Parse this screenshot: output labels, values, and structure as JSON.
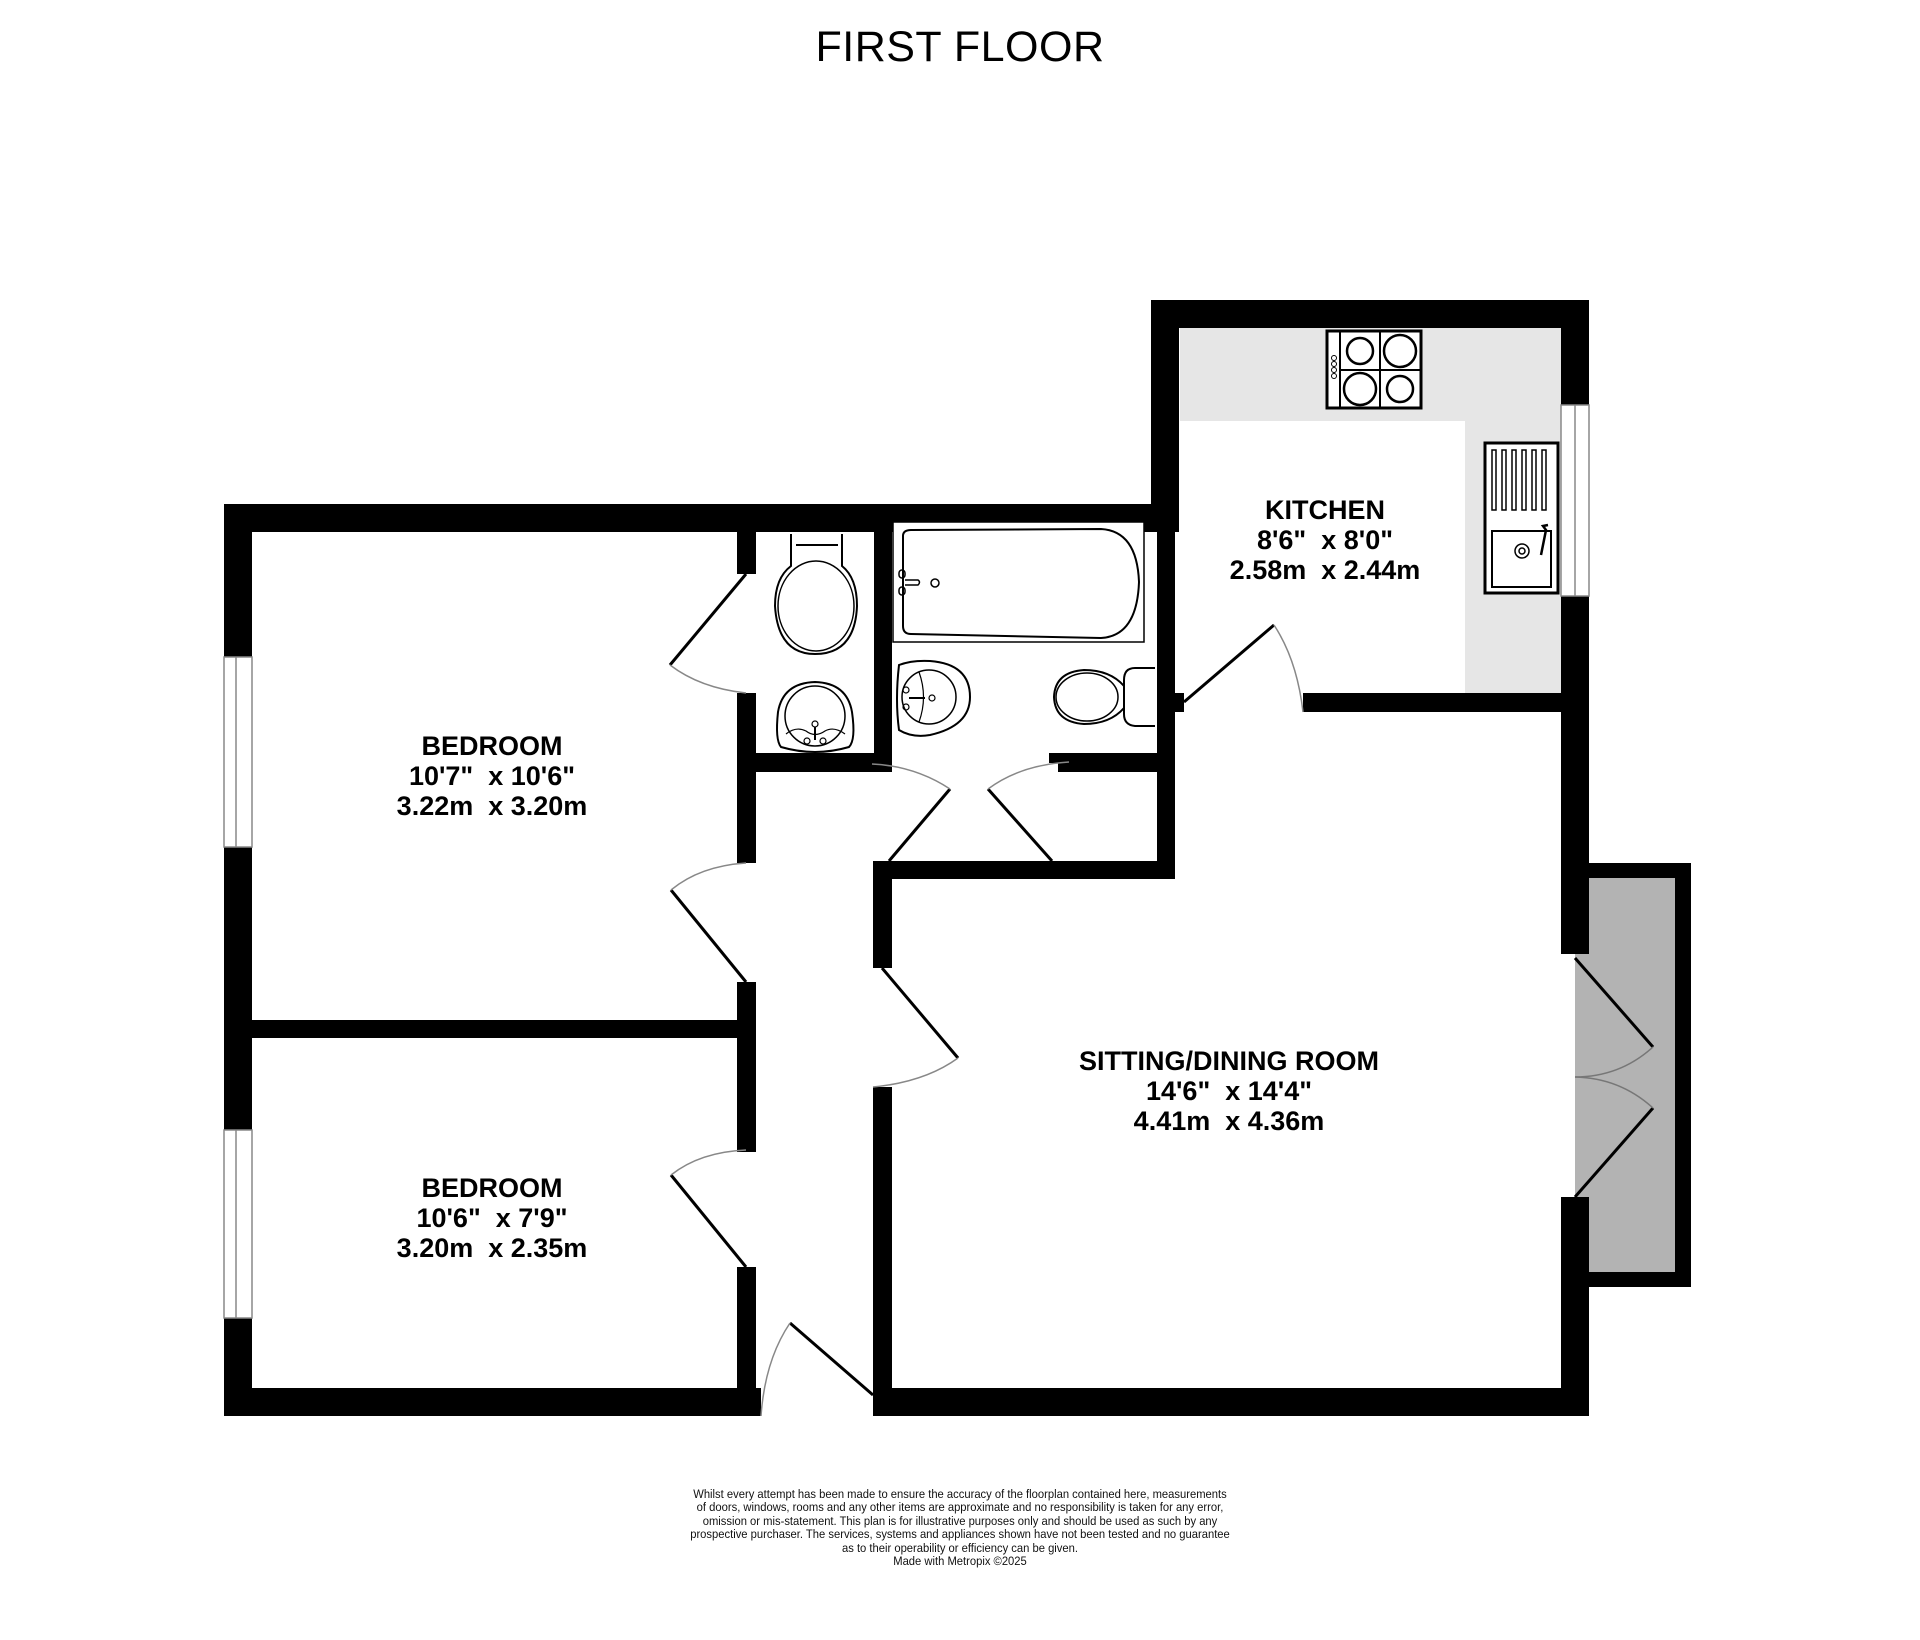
{
  "title": "FIRST FLOOR",
  "colors": {
    "wall": "#000000",
    "counter": "#e6e6e6",
    "cupboard": "#b3b3b3",
    "background": "#ffffff",
    "door_arc": "#888888"
  },
  "rooms": {
    "kitchen": {
      "name": "KITCHEN",
      "imperial": "8'6\"  x 8'0\"",
      "metric": "2.58m  x 2.44m"
    },
    "bedroom1": {
      "name": "BEDROOM",
      "imperial": "10'7\"  x 10'6\"",
      "metric": "3.22m  x 3.20m"
    },
    "bedroom2": {
      "name": "BEDROOM",
      "imperial": "10'6\"  x 7'9\"",
      "metric": "3.20m  x 2.35m"
    },
    "sitting": {
      "name": "SITTING/DINING ROOM",
      "imperial": "14'6\"  x 14'4\"",
      "metric": "4.41m  x 4.36m"
    }
  },
  "fixtures": [
    "hob-icon",
    "sink-icon",
    "bath-icon",
    "toilet-icon",
    "toilet-icon",
    "basin-icon",
    "basin-icon",
    "cupboard-icon"
  ],
  "disclaimer": {
    "lines": [
      "Whilst every attempt has been made to ensure the accuracy of the floorplan contained here, measurements",
      "of doors, windows, rooms and any other items are approximate and no responsibility is taken for any error,",
      "omission or mis-statement. This plan is for illustrative purposes only and should be used as such by any",
      "prospective purchaser. The services, systems and appliances shown have not been tested and no guarantee",
      "as to their operability or efficiency can be given."
    ],
    "credit": "Made with Metropix ©2025"
  }
}
